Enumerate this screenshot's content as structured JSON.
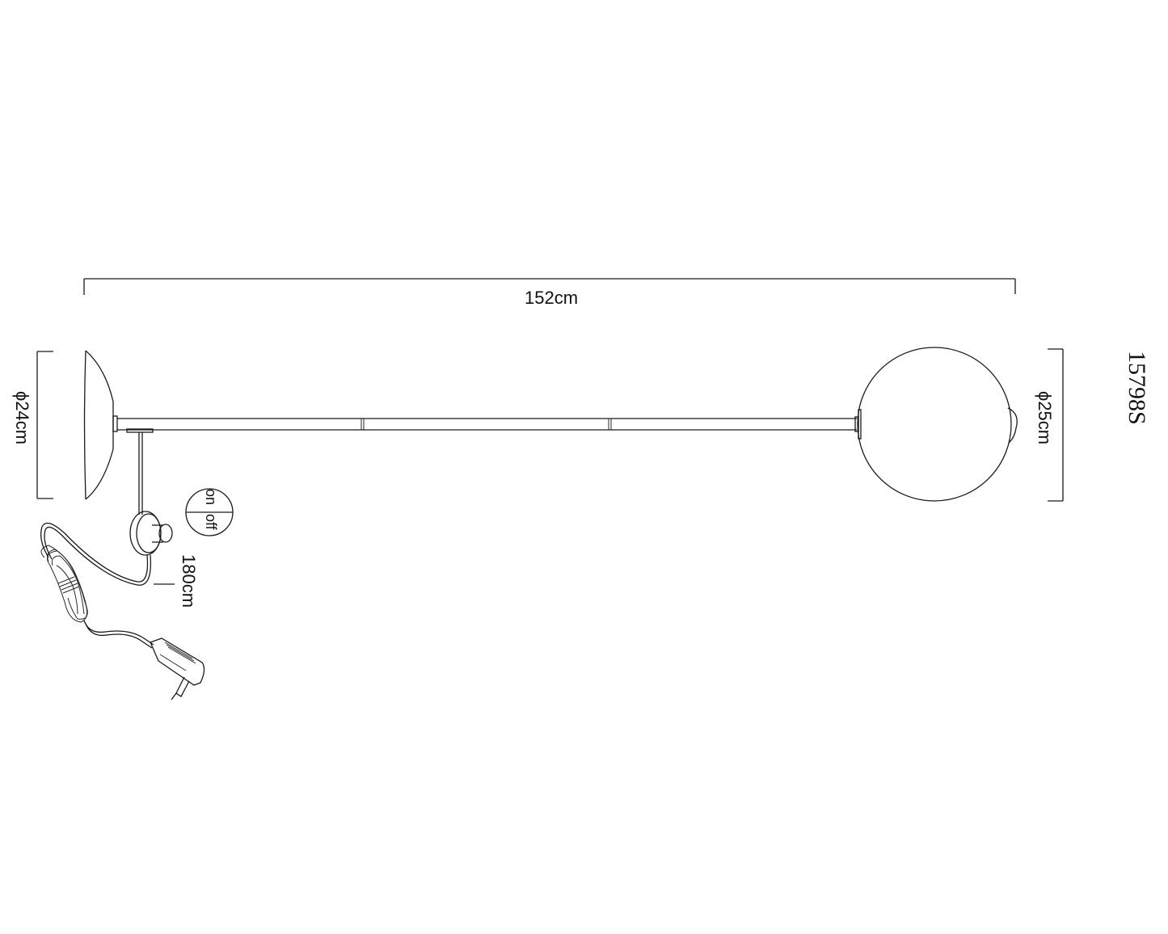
{
  "drawing": {
    "subject": "Floor lamp dimension drawing",
    "model_code": "15798S",
    "dimensions": {
      "overall_length": "152cm",
      "base_diameter": "ϕ24cm",
      "globe_diameter": "ϕ25cm",
      "cable_length": "180cm"
    },
    "switch_labels": {
      "on": "on",
      "off": "off"
    },
    "colors": {
      "line": "#1a1a1a",
      "background": "#ffffff"
    }
  }
}
